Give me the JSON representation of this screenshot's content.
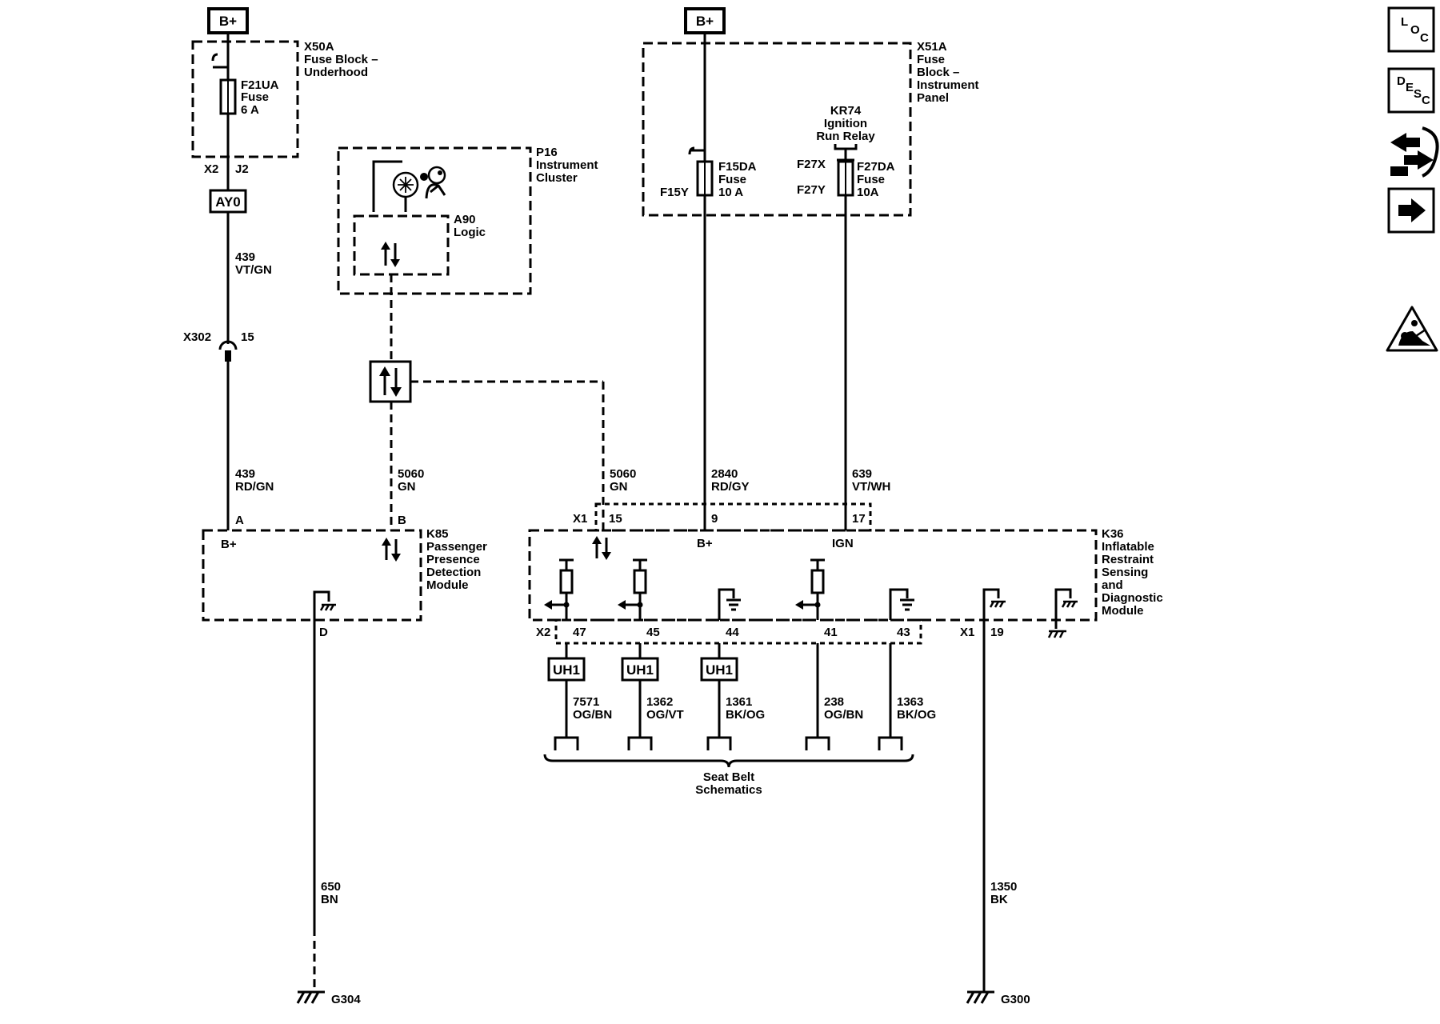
{
  "supply": {
    "left_bplus": "B+",
    "right_bplus": "B+"
  },
  "x50a": {
    "ref": "X50A",
    "line1": "Fuse Block –",
    "line2": "Underhood",
    "fuse_ref": "F21UA",
    "fuse_word": "Fuse",
    "fuse_rating": "6 A",
    "conn": "X2",
    "pin": "J2"
  },
  "splice_ay0": "AY0",
  "wire_439a": {
    "circuit": "439",
    "color": "VT/GN"
  },
  "x302": {
    "ref": "X302",
    "pin": "15"
  },
  "wire_439b": {
    "circuit": "439",
    "color": "RD/GN"
  },
  "p16": {
    "ref": "P16",
    "line1": "Instrument",
    "line2": "Cluster",
    "logic_ref": "A90",
    "logic_word": "Logic"
  },
  "wire_5060a": {
    "circuit": "5060",
    "color": "GN"
  },
  "wire_5060b": {
    "circuit": "5060",
    "color": "GN"
  },
  "k85": {
    "ref": "K85",
    "line1": "Passenger",
    "line2": "Presence",
    "line3": "Detection",
    "line4": "Module",
    "pin_a": "A",
    "pin_b": "B",
    "bplus": "B+",
    "pin_d": "D"
  },
  "wire_650": {
    "circuit": "650",
    "color": "BN"
  },
  "g304": "G304",
  "x51a": {
    "ref": "X51A",
    "line1": "Fuse",
    "line2": "Block –",
    "line3": "Instrument",
    "line4": "Panel",
    "f15_ref": "F15DA",
    "f15_word": "Fuse",
    "f15_rating": "10 A",
    "f15_pin": "F15Y",
    "relay_ref": "KR74",
    "relay_line1": "Ignition",
    "relay_line2": "Run Relay",
    "f27_x": "F27X",
    "f27_y": "F27Y",
    "f27_ref": "F27DA",
    "f27_word": "Fuse",
    "f27_rating": "10A"
  },
  "wire_2840": {
    "circuit": "2840",
    "color": "RD/GY"
  },
  "wire_639": {
    "circuit": "639",
    "color": "VT/WH"
  },
  "k36": {
    "ref": "K36",
    "line1": "Inflatable",
    "line2": "Restraint",
    "line3": "Sensing",
    "line4": "and",
    "line5": "Diagnostic",
    "line6": "Module",
    "x1_top": "X1",
    "pin15": "15",
    "pin9": "9",
    "pin17": "17",
    "bplus": "B+",
    "ign": "IGN",
    "x2": "X2",
    "pin47": "47",
    "pin45": "45",
    "pin44": "44",
    "pin41": "41",
    "pin43": "43",
    "x1_bot": "X1",
    "pin19": "19"
  },
  "splice_uh1": [
    "UH1",
    "UH1",
    "UH1"
  ],
  "seat_wires": [
    {
      "circuit": "7571",
      "color": "OG/BN"
    },
    {
      "circuit": "1362",
      "color": "OG/VT"
    },
    {
      "circuit": "1361",
      "color": "BK/OG"
    },
    {
      "circuit": "238",
      "color": "OG/BN"
    },
    {
      "circuit": "1363",
      "color": "BK/OG"
    }
  ],
  "seatbelt": {
    "line1": "Seat Belt",
    "line2": "Schematics"
  },
  "wire_1350": {
    "circuit": "1350",
    "color": "BK"
  },
  "g300": "G300",
  "side_buttons": {
    "loc": [
      "L",
      "O",
      "C"
    ],
    "desc": [
      "D",
      "E",
      "S",
      "C"
    ]
  },
  "icons": {
    "connector_end_view": "connector-end-view-icon",
    "next": "arrow-right-icon",
    "warning": "warning-triangle-icon"
  }
}
